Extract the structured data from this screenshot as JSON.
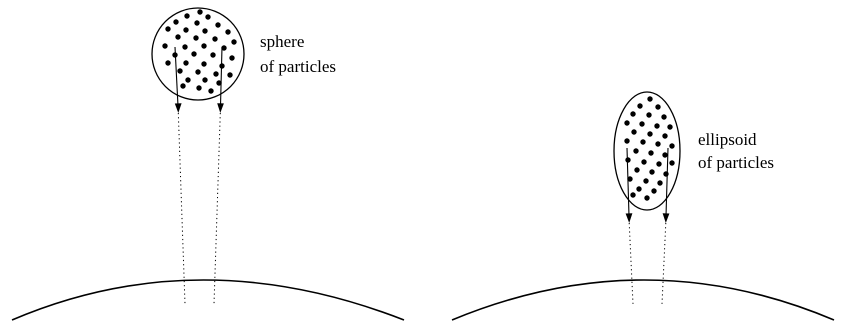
{
  "sphere_label": {
    "line1": "sphere",
    "line2": "of particles"
  },
  "ellipsoid_label": {
    "line1": "ellipsoid",
    "line2": "of particles"
  },
  "colors": {
    "ink": "#000000",
    "background": "#ffffff"
  }
}
